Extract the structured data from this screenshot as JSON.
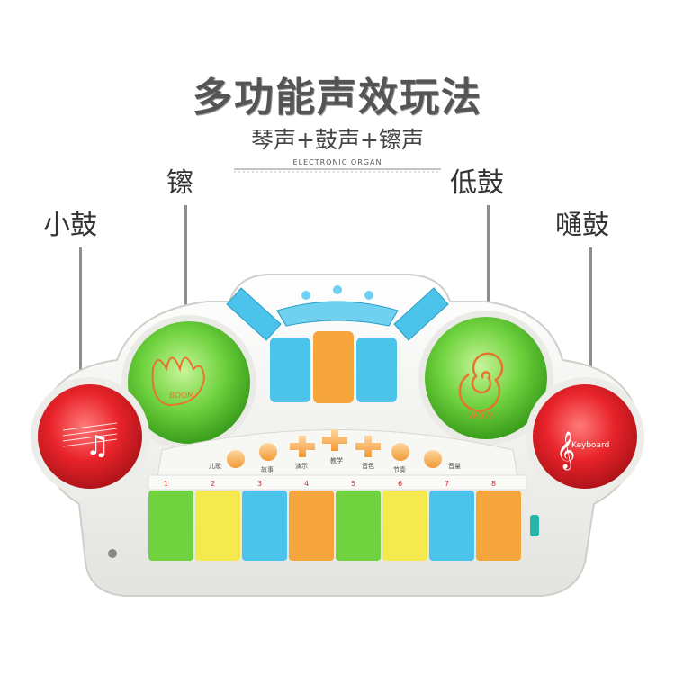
{
  "title": "多功能声效玩法",
  "subtitle": "琴声+鼓声+镲声",
  "brand_text": "ELECTRONIC ORGAN",
  "callouts": {
    "snare": "小鼓",
    "cymbal": "镲",
    "low_drum": "低鼓",
    "tom": "嗵鼓"
  },
  "drum_text": {
    "left_green": "BOOM",
    "right_green": "WOW!",
    "right_red": "Keyboard"
  },
  "button_labels": [
    "儿歌",
    "故事",
    "演示",
    "教学",
    "音色",
    "节奏",
    "音量"
  ],
  "key_numbers": [
    "1",
    "2",
    "3",
    "4",
    "5",
    "6",
    "7",
    "8"
  ],
  "colors": {
    "green": "#6fd23e",
    "yellow": "#f4ea4d",
    "blue": "#4cc3ea",
    "orange": "#f6a53c",
    "red": "#e8232a",
    "shell": "#f4f4f1"
  }
}
